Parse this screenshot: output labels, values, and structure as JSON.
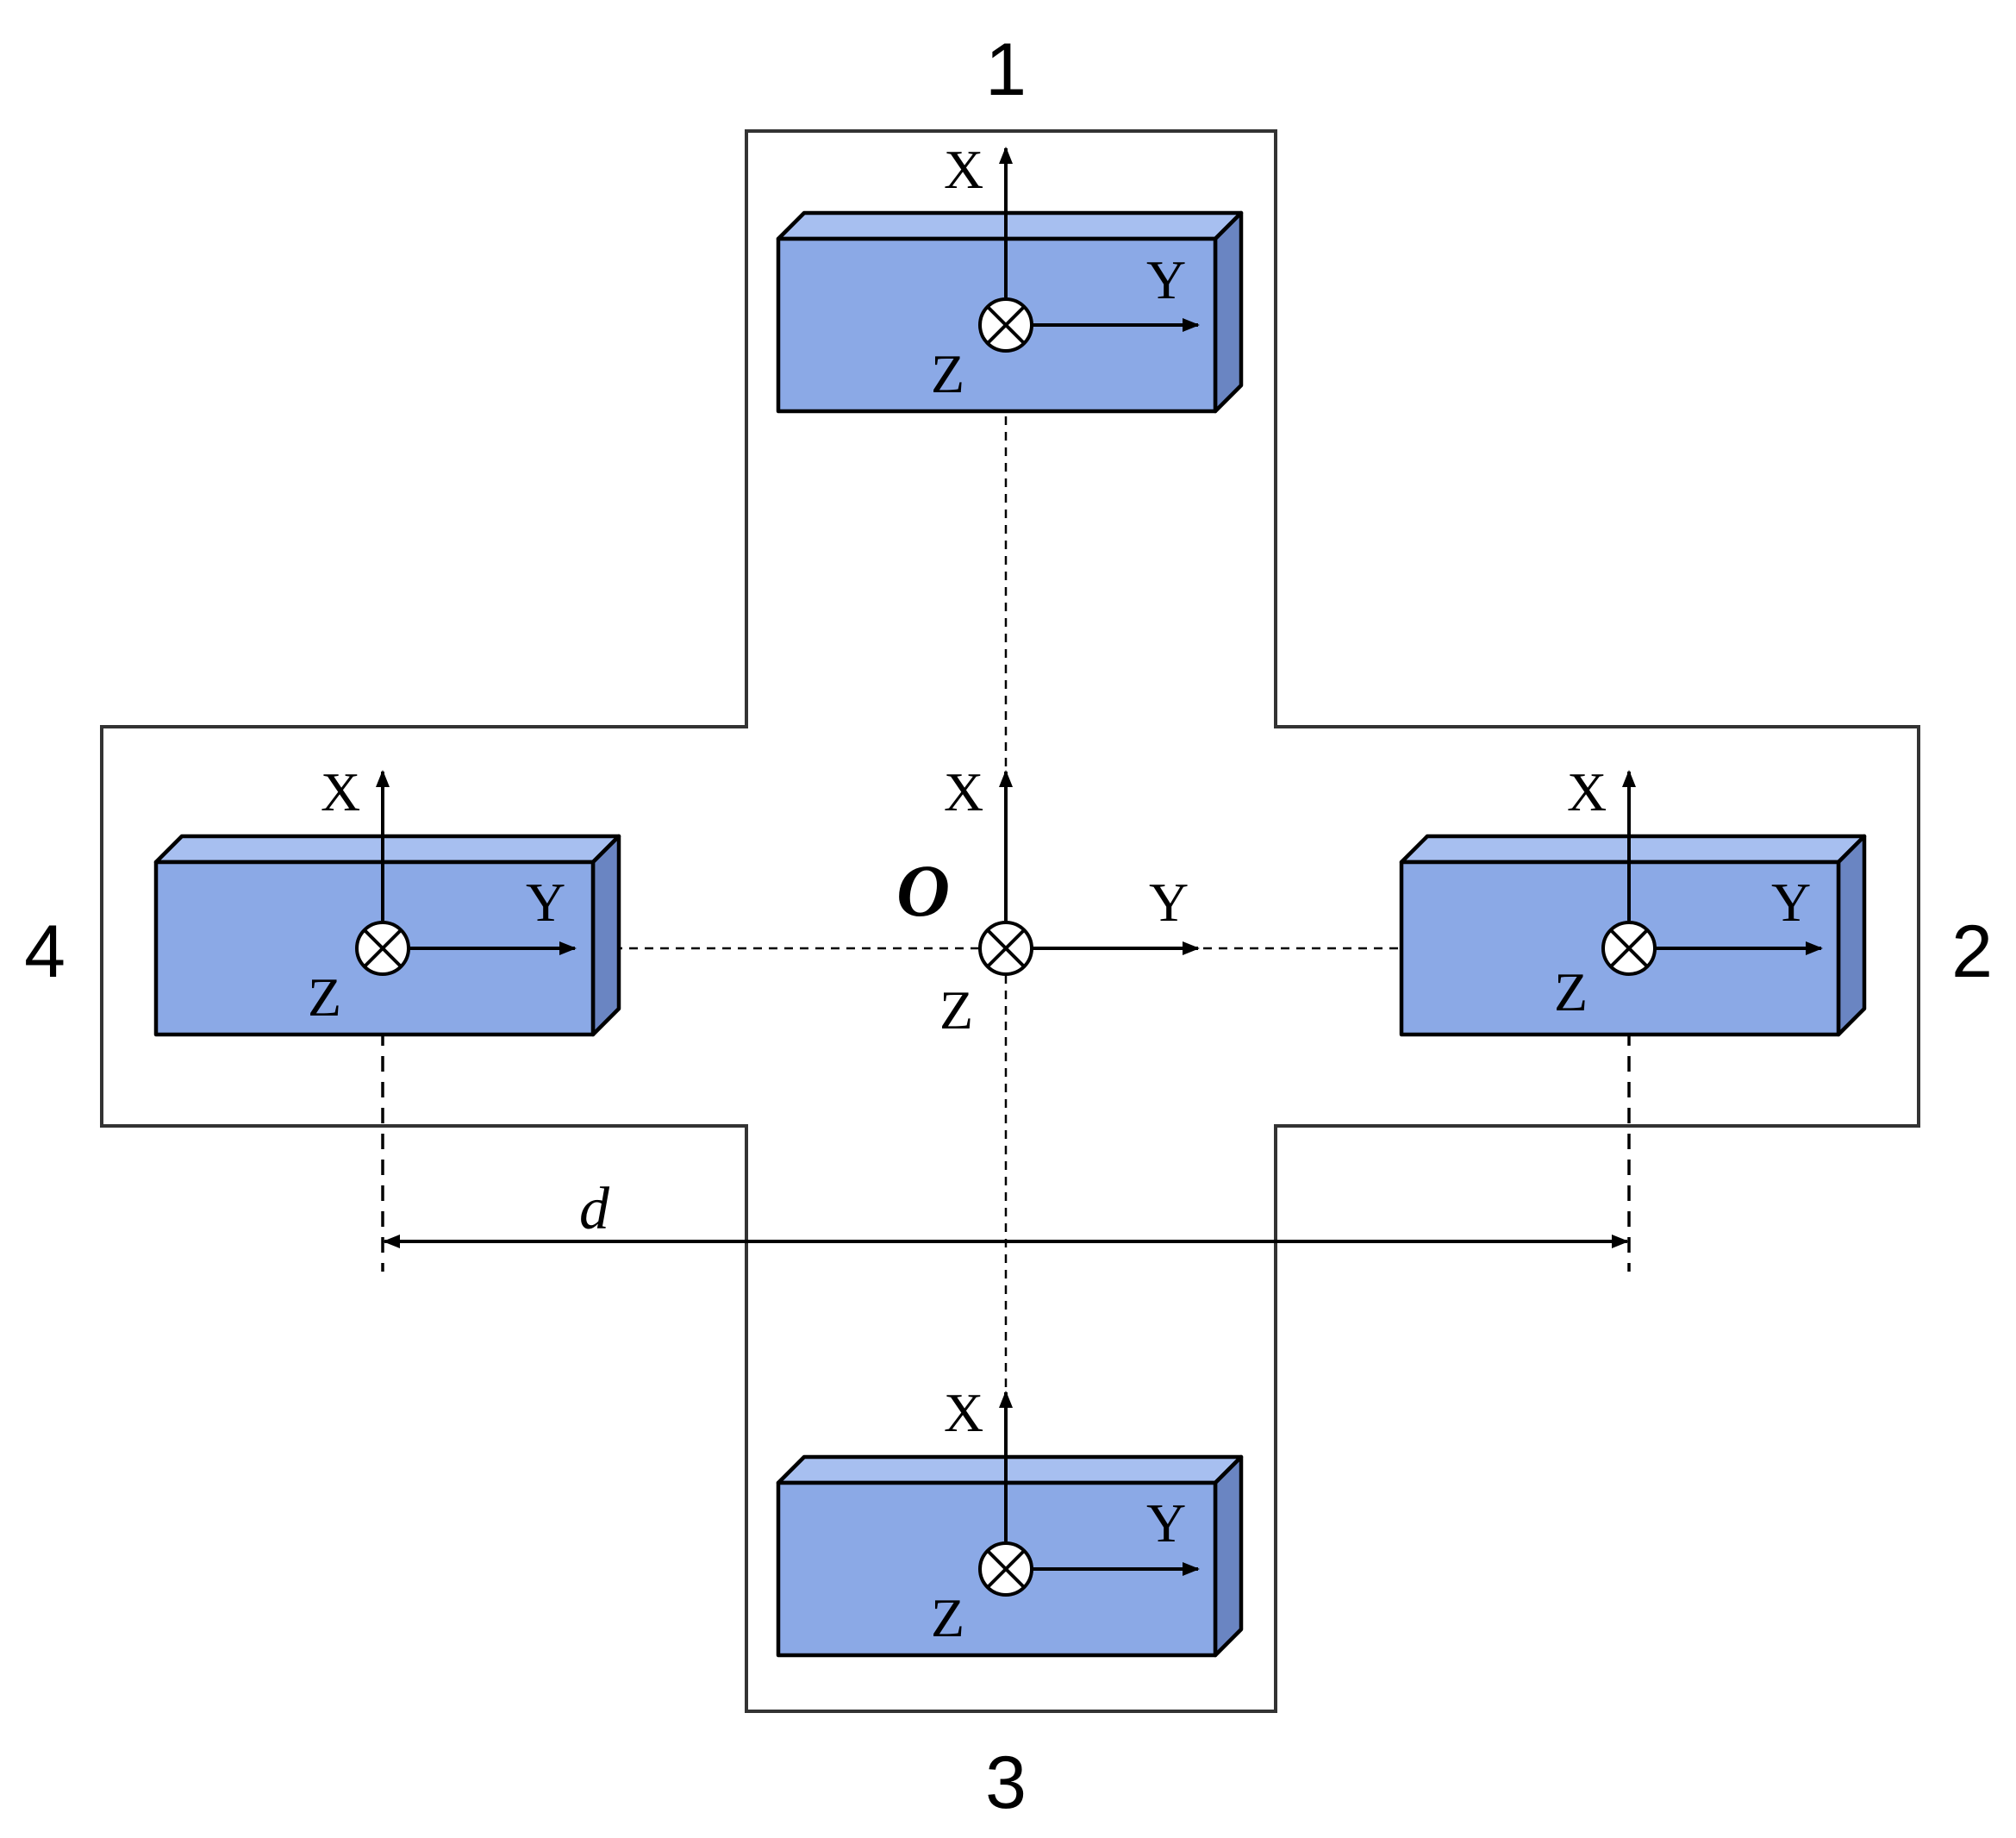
{
  "positions": {
    "top": "1",
    "right": "2",
    "bottom": "3",
    "left": "4"
  },
  "axes": {
    "x": "X",
    "y": "Y",
    "z": "Z"
  },
  "origin": "O",
  "distance": "d",
  "colors": {
    "block_front": "#8ba9e6",
    "block_top": "#a7bff0",
    "block_side": "#6a85c2",
    "outline": "#333333"
  }
}
